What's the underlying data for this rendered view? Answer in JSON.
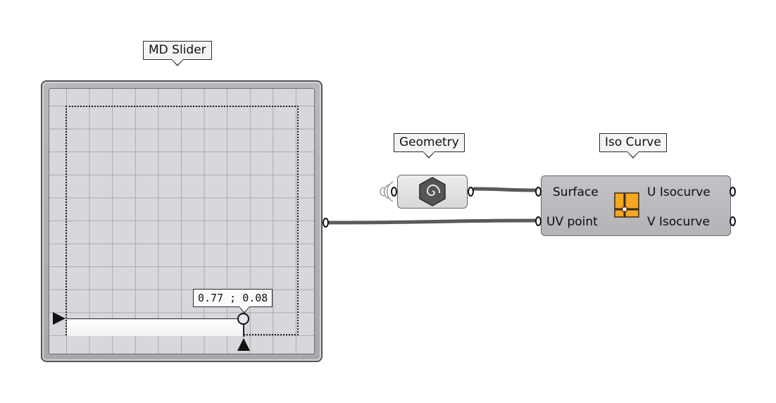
{
  "md_slider": {
    "name": "MD Slider",
    "value_label": "0.77 ; 0.08",
    "value_u": 0.77,
    "value_v": 0.08
  },
  "geometry": {
    "name": "Geometry",
    "icon": "spiral-hexagon-icon"
  },
  "iso_curve": {
    "name": "Iso Curve",
    "inputs": [
      "Surface",
      "UV point"
    ],
    "outputs": [
      "U Isocurve",
      "V Isocurve"
    ],
    "icon": "isocurve-icon",
    "icon_color": "#f5a623"
  },
  "colors": {
    "wire": "#5a5a5a",
    "component_fill": "#b9b9bd"
  }
}
